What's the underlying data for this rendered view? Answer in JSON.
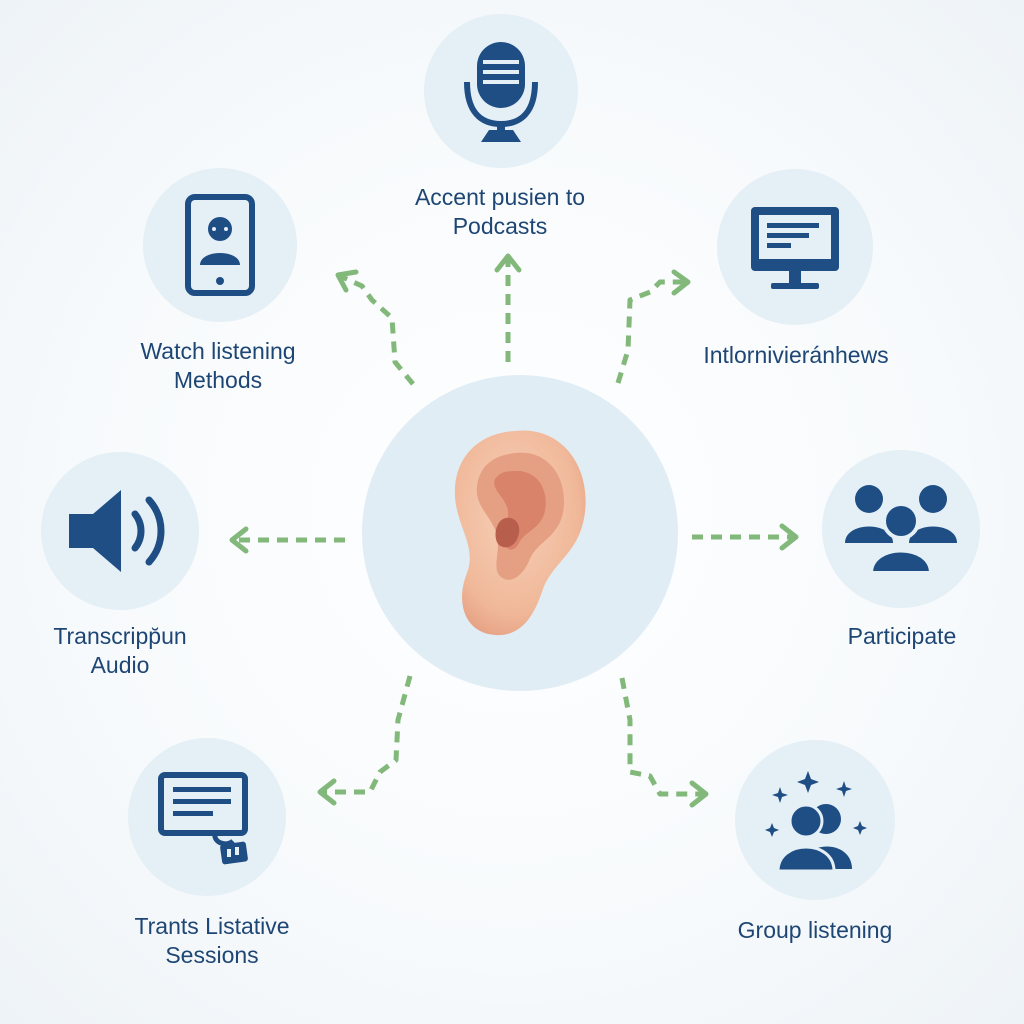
{
  "colors": {
    "icon_blue": "#1f4e85",
    "label_blue": "#1e4674",
    "bubble_fill": "#e4eff6",
    "arrow_green": "#82b87a",
    "ear_skin": "#f2c2a6"
  },
  "center": {
    "icon": "ear-icon"
  },
  "nodes": [
    {
      "id": "podcasts",
      "icon": "microphone-icon",
      "label": "Accent pusien to\nPodcasts"
    },
    {
      "id": "watch",
      "icon": "tablet-user-icon",
      "label": "Watch listening\nMethods"
    },
    {
      "id": "interviews",
      "icon": "monitor-icon",
      "label": "Intlornivieránhews"
    },
    {
      "id": "transcription",
      "icon": "speaker-icon",
      "label": "Transcripp̆un\nAudio"
    },
    {
      "id": "participate",
      "icon": "group-icon",
      "label": "Participate"
    },
    {
      "id": "sessions",
      "icon": "document-icon",
      "label": "Trants Listative\nSessions"
    },
    {
      "id": "group",
      "icon": "group-sparkle-icon",
      "label": "Group listening"
    }
  ]
}
